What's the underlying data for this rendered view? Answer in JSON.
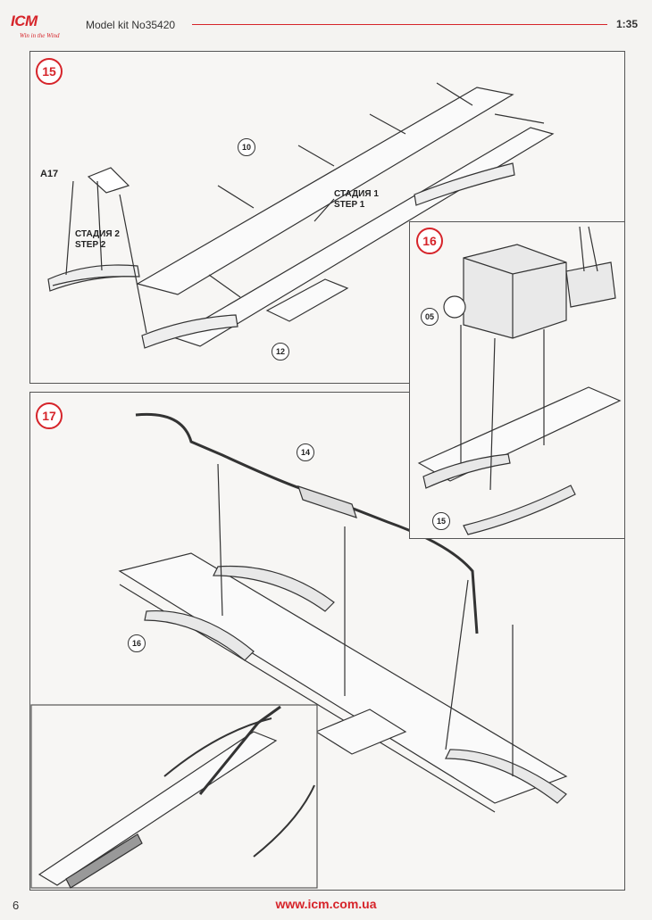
{
  "header": {
    "logo_text": "ICM",
    "logo_tagline": "Win in the Wind",
    "model_kit": "Model kit No35420",
    "scale": "1:35"
  },
  "step15": {
    "number": "15",
    "part_refs": [
      "10",
      "12"
    ],
    "part_label": "A17",
    "stage1_ru": "СТАДИЯ 1",
    "stage1_en": "STEP 1",
    "stage2_ru": "СТАДИЯ 2",
    "stage2_en": "STEP 2"
  },
  "step16": {
    "number": "16",
    "part_refs": [
      "05",
      "15"
    ]
  },
  "step17": {
    "number": "17",
    "part_refs": [
      "14",
      "16"
    ]
  },
  "footer": {
    "page_number": "6",
    "url": "www.icm.com.ua"
  },
  "colors": {
    "accent": "#d6242a",
    "line": "#333333"
  }
}
